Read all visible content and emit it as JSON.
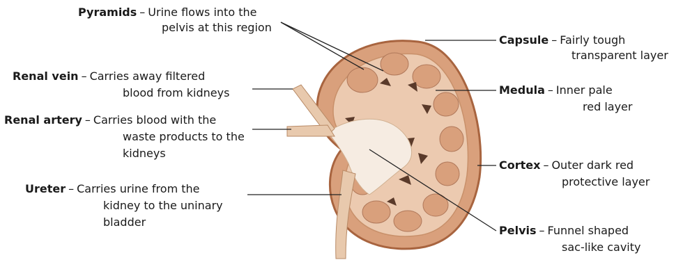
{
  "labels": {
    "pyramids": {
      "term": "Pyramids",
      "line1": "Urine flows into the",
      "line2": "pelvis at this region"
    },
    "renal_vein": {
      "term": "Renal vein",
      "line1": "Carries away filtered",
      "line2": "blood from kidneys"
    },
    "renal_artery": {
      "term": "Renal artery",
      "line1": "Carries blood with the",
      "line2": "waste products to the",
      "line3": "kidneys"
    },
    "ureter": {
      "term": "Ureter",
      "line1": "Carries urine from the",
      "line2": "kidney to the uninary",
      "line3": "bladder"
    },
    "capsule": {
      "term": "Capsule",
      "line1": "Fairly tough",
      "line2": "transparent layer"
    },
    "medula": {
      "term": "Medula",
      "line1": "Inner pale",
      "line2": "red layer"
    },
    "cortex": {
      "term": "Cortex",
      "line1": "Outer dark red",
      "line2": "protective layer"
    },
    "pelvis": {
      "term": "Pelvis",
      "line1": "Funnel shaped",
      "line2": "sac-like cavity"
    }
  },
  "dash": "–",
  "colors": {
    "cortex": "#d9a07c",
    "capsule_edge": "#a8643f",
    "medulla": "#eccab0",
    "pyramid_dark": "#5a3a2a",
    "pelvis": "#f6ece2",
    "vessel": "#e8c9ad",
    "line": "#222222"
  }
}
